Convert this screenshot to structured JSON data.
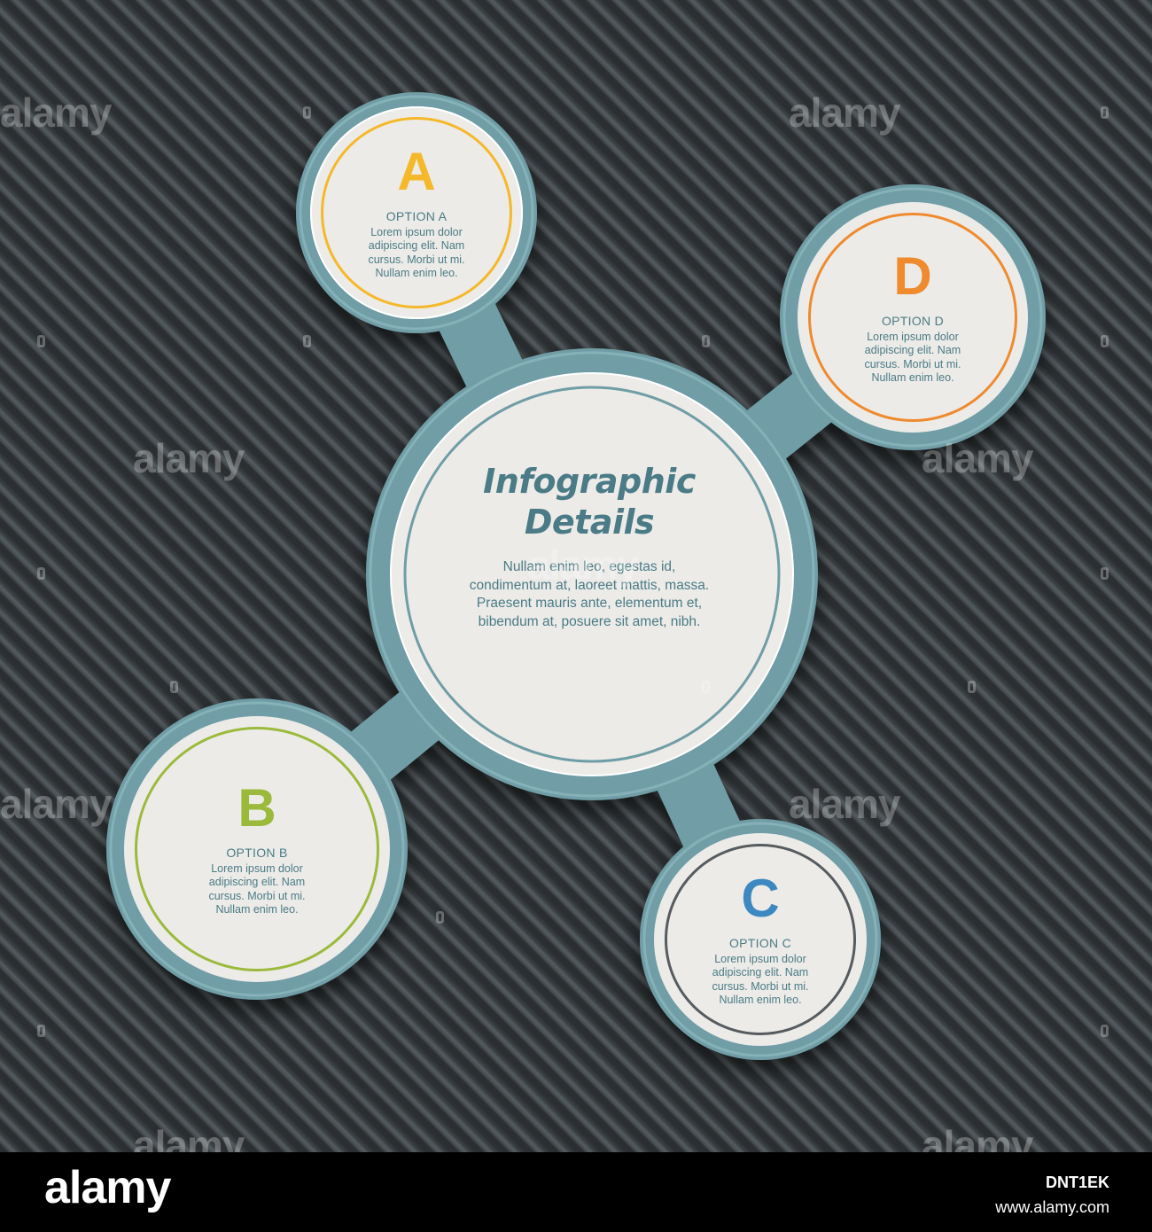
{
  "center": {
    "title": "Infographic\nDetails",
    "body": "Nullam enim leo, egestas id,\ncondimentum at, laoreet mattis, massa.\nPraesent mauris ante, elementum et,\nbibendum at, posuere sit amet, nibh."
  },
  "options": [
    {
      "letter": "A",
      "title": "OPTION A",
      "body": "Lorem ipsum dolor\nadipiscing elit. Nam\ncursus. Morbi ut mi.\nNullam enim leo.",
      "color": "#f5b82a"
    },
    {
      "letter": "B",
      "title": "OPTION B",
      "body": "Lorem ipsum dolor\nadipiscing elit. Nam\ncursus. Morbi ut mi.\nNullam enim leo.",
      "color": "#9bba3c"
    },
    {
      "letter": "C",
      "title": "OPTION C",
      "body": "Lorem ipsum dolor\nadipiscing elit. Nam\ncursus. Morbi ut mi.\nNullam enim leo.",
      "color": "#3d88c0"
    },
    {
      "letter": "D",
      "title": "OPTION D",
      "body": "Lorem ipsum dolor\nadipiscing elit. Nam\ncursus. Morbi ut mi.\nNullam enim leo.",
      "color": "#ef8a2e"
    }
  ],
  "colors": {
    "frame": "#6f9da6",
    "face": "#ecebe8",
    "center_ring": "#6f9da6",
    "option_c_ring": "#555b5e"
  },
  "watermark": "alamy",
  "footer": {
    "logo": "alamy",
    "image_id": "DNT1EK",
    "url": "www.alamy.com"
  }
}
